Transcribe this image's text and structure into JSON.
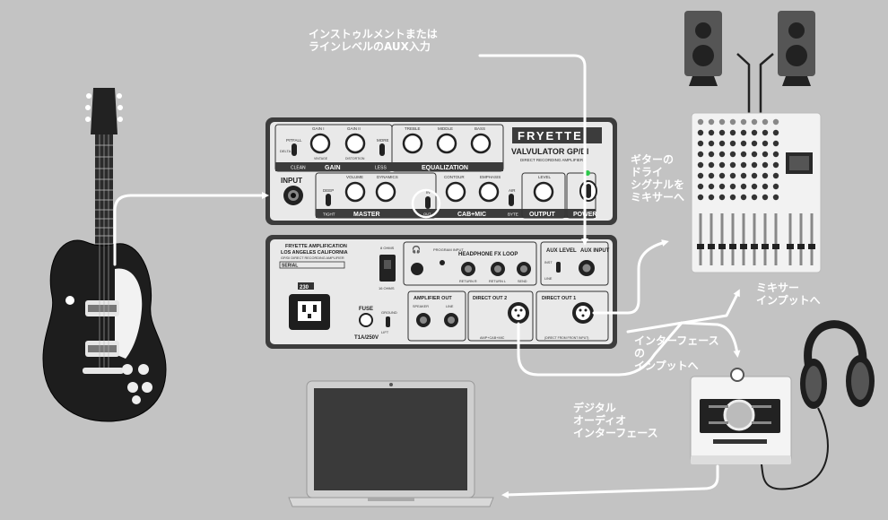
{
  "labels": {
    "instrument_aux_input": "インストゥルメントまたは\nラインレベルのAUX入力",
    "dry_signal_to_mixer": "ギターの\nドライ\nシグナルを\nミキサーへ",
    "to_mixer_input": "ミキサー\nインプットへ",
    "to_interface_input": "インターフェース\nの\nインプットへ",
    "digital_audio_interface": "デジタル\nオーディオ\nインターフェース"
  },
  "amp_top": {
    "brand": "FRYETTE",
    "model": "VALVULATOR GP/DI",
    "subtitle": "DIRECT RECORDING AMPLIFIER",
    "gain_i": "GAIN I",
    "gain_ii": "GAIN II",
    "pitfall": "PITFALL",
    "delta": "DELTA",
    "vintage": "VINTAGE",
    "more": "MORE",
    "distortion": "DISTORTION",
    "clean": "CLEAN",
    "gain": "GAIN",
    "less": "LESS",
    "treble": "TREBLE",
    "middle": "MIDDLE",
    "bass": "BASS",
    "equalization": "EQUALIZATION",
    "input": "INPUT",
    "deep": "DEEP",
    "tight": "TIGHT",
    "volume": "VOLUME",
    "dynamics": "DYNAMICS",
    "master": "MASTER",
    "in": "IN",
    "out": "OUT",
    "contour": "CONTOUR",
    "emphasis": "EMPHASIS",
    "air": "AIR",
    "byte": "BYTE",
    "cab_mic": "CAB+MIC",
    "level": "LEVEL",
    "output": "OUTPUT",
    "power": "POWER"
  },
  "amp_rear": {
    "brand_line1": "FRYETTE AMPLIFICATION",
    "brand_line2": "LOS ANGELES CALIFORNIA",
    "brand_line3": "GP/DI DIRECT RECORDING AMPLIFIER",
    "serial": "SERIAL",
    "voltage": "230",
    "fuse": "FUSE",
    "fuse_rating": "T1A/250V",
    "ground": "GROUND",
    "lift": "LIFT",
    "ohm_top": "8 OHMS",
    "ohm_bottom": "16 OHMS",
    "program_input": "PROGRAM INPUT",
    "headphone_fx_loop": "HEADPHONE FX LOOP",
    "return_r": "RETURN R",
    "return_l": "RETURN L",
    "send": "SEND",
    "aux_level": "AUX LEVEL",
    "inst": "INST",
    "line": "LINE",
    "aux_input": "AUX INPUT",
    "amplifier_out": "AMPLIFIER OUT",
    "speaker": "SPEAKER",
    "line_out": "LINE",
    "direct_out_2": "DIRECT OUT 2",
    "amp_cab_mic": "AMP+CAB+MIC",
    "direct_out_1": "DIRECT OUT 1",
    "direct_note": "(DIRECT FROM FRONT INPUT)"
  }
}
